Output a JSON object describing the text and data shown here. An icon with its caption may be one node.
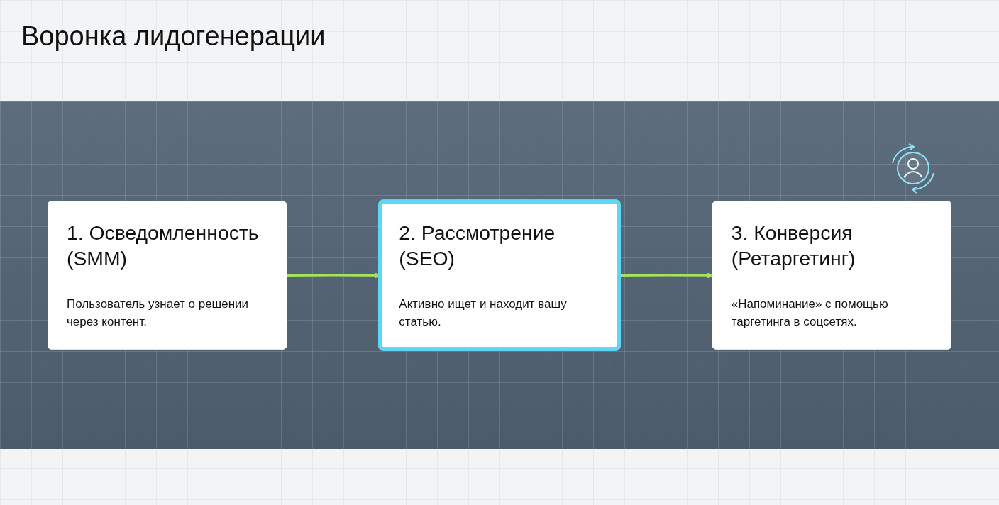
{
  "diagram": {
    "title": "Воронка лидогенерации",
    "nodes": [
      {
        "text": [
          "1. Осведомленность (SMM)",
          "Пользователь узнает о решении через контент."
        ]
      },
      {
        "text": [
          "2. Рассмотрение (SEO)",
          "Активно ищет и находит вашу статью."
        ]
      },
      {
        "text": [
          "3. Конверсия (Ретаргетинг)",
          "«Напоминание» с помощью таргетинга в соцсетях."
        ]
      }
    ],
    "edges": [
      {
        "from": 0,
        "to": 1,
        "arrow": "to"
      },
      {
        "from": 1,
        "to": 2,
        "arrow": "to"
      }
    ]
  }
}
